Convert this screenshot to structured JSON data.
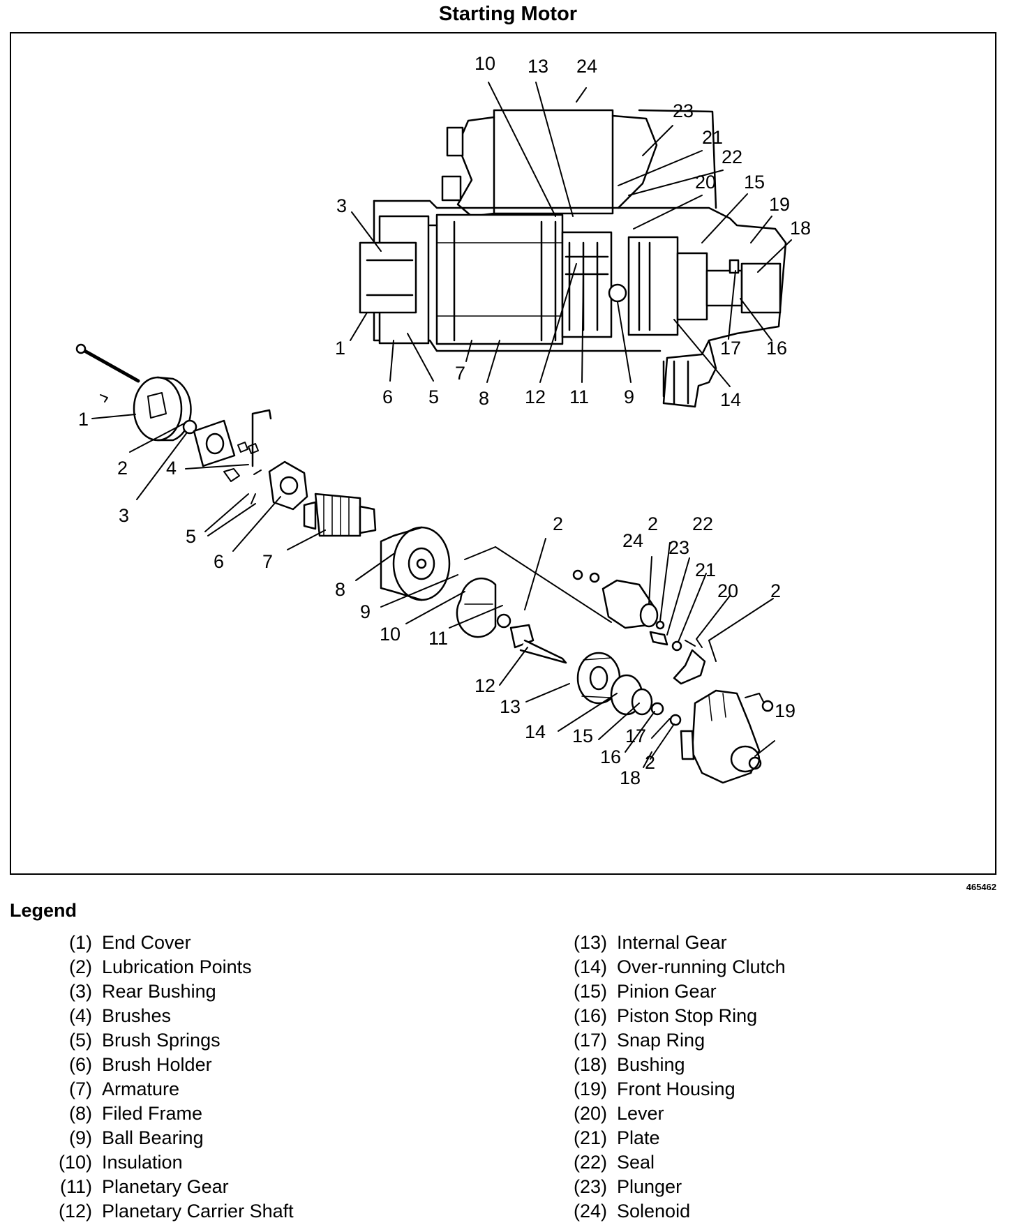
{
  "title": "Starting Motor",
  "figure_id": "465462",
  "legend_heading": "Legend",
  "legend": [
    {
      "num": "(1)",
      "label": "End Cover"
    },
    {
      "num": "(2)",
      "label": "Lubrication Points"
    },
    {
      "num": "(3)",
      "label": "Rear Bushing"
    },
    {
      "num": "(4)",
      "label": "Brushes"
    },
    {
      "num": "(5)",
      "label": "Brush Springs"
    },
    {
      "num": "(6)",
      "label": "Brush Holder"
    },
    {
      "num": "(7)",
      "label": "Armature"
    },
    {
      "num": "(8)",
      "label": "Filed Frame"
    },
    {
      "num": "(9)",
      "label": "Ball Bearing"
    },
    {
      "num": "(10)",
      "label": "Insulation"
    },
    {
      "num": "(11)",
      "label": "Planetary Gear"
    },
    {
      "num": "(12)",
      "label": "Planetary Carrier Shaft"
    },
    {
      "num": "(13)",
      "label": "Internal Gear"
    },
    {
      "num": "(14)",
      "label": "Over-running Clutch"
    },
    {
      "num": "(15)",
      "label": "Pinion Gear"
    },
    {
      "num": "(16)",
      "label": "Piston Stop Ring"
    },
    {
      "num": "(17)",
      "label": "Snap Ring"
    },
    {
      "num": "(18)",
      "label": "Bushing"
    },
    {
      "num": "(19)",
      "label": "Front Housing"
    },
    {
      "num": "(20)",
      "label": "Lever"
    },
    {
      "num": "(21)",
      "label": "Plate"
    },
    {
      "num": "(22)",
      "label": "Seal"
    },
    {
      "num": "(23)",
      "label": "Plunger"
    },
    {
      "num": "(24)",
      "label": "Solenoid"
    }
  ],
  "callouts": {
    "top": [
      "10",
      "13",
      "24",
      "23",
      "21",
      "22",
      "20",
      "15",
      "19",
      "18",
      "3",
      "1",
      "6",
      "5",
      "7",
      "8",
      "12",
      "11",
      "9",
      "14",
      "17",
      "16"
    ],
    "exploded": [
      "1",
      "2",
      "4",
      "3",
      "5",
      "6",
      "7",
      "8",
      "9",
      "10",
      "11",
      "2",
      "12",
      "13",
      "14",
      "15",
      "16",
      "17",
      "18",
      "2",
      "19",
      "24",
      "2",
      "23",
      "22",
      "21",
      "20",
      "2"
    ]
  }
}
